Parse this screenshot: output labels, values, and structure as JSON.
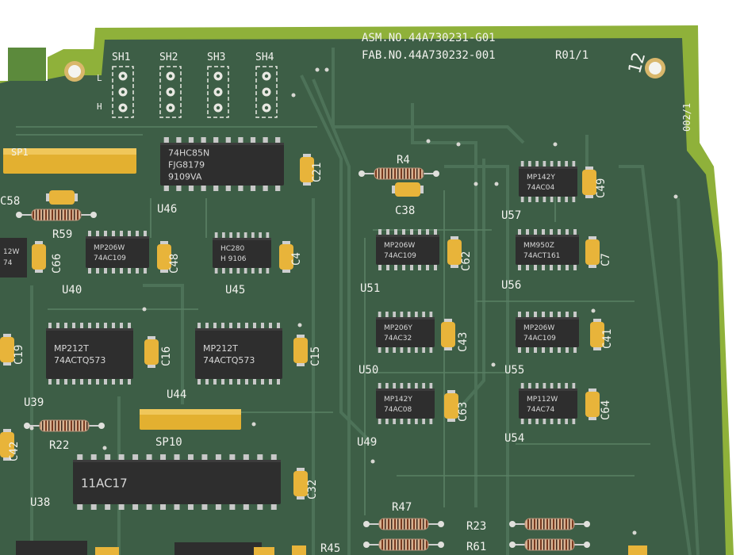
{
  "board": {
    "asm": "ASM.NO.44A730231-G01",
    "fab": "FAB.NO.44A730232-001",
    "rev": "R01/1",
    "side_code": "002/1",
    "corner_mark": "12"
  },
  "headers": [
    {
      "ref": "SH1"
    },
    {
      "ref": "SH2"
    },
    {
      "ref": "SH3"
    },
    {
      "ref": "SH4"
    }
  ],
  "header_marks": {
    "low": "L",
    "high": "H"
  },
  "chips": [
    {
      "ref": "U46",
      "line1": "74HC85N",
      "line2": "FJG8179",
      "line3": "9109VA"
    },
    {
      "ref": "U40",
      "line1": "MP206W",
      "line2": "74AC109"
    },
    {
      "ref": "U45",
      "line1": "HC280",
      "line2": "H 9106"
    },
    {
      "ref": "U39",
      "line1": "MP212T",
      "line2": "74ACTQ573"
    },
    {
      "ref": "U44",
      "line1": "MP212T",
      "line2": "74ACTQ573"
    },
    {
      "ref": "U38",
      "line1": "11AC17"
    },
    {
      "ref": "U51",
      "line1": "MP206W",
      "line2": "74AC109"
    },
    {
      "ref": "U50",
      "line1": "MP206Y",
      "line2": "74AC32"
    },
    {
      "ref": "U49",
      "line1": "MP142Y",
      "line2": "74AC08"
    },
    {
      "ref": "U57",
      "line1": "MP142Y",
      "line2": "74AC04"
    },
    {
      "ref": "U56",
      "line1": "MM950Z",
      "line2": "74ACT161"
    },
    {
      "ref": "U55",
      "line1": "MP206W",
      "line2": "74AC109"
    },
    {
      "ref": "U54",
      "line1": "MP112W",
      "line2": "74AC74"
    }
  ],
  "partial_chip": {
    "line1": "12W",
    "line2": "74"
  },
  "capacitors": [
    "C21",
    "C58",
    "C66",
    "C48",
    "C4",
    "C19",
    "C16",
    "C15",
    "C42",
    "C32",
    "C38",
    "C62",
    "C43",
    "C63",
    "C49",
    "C7",
    "C41",
    "C64"
  ],
  "resistors": [
    "R4",
    "R59",
    "R22",
    "R47",
    "R45",
    "R23",
    "R61"
  ],
  "networks": [
    "SP1",
    "SP10"
  ],
  "colors": {
    "pcb": "#3d5e46",
    "pcb_trace": "#4d7258",
    "board_edge": "#8fb13a",
    "silkscreen": "#f2f2ee",
    "chip_body": "#2e2e2e",
    "pin": "#c9c9c9",
    "capacitor": "#e8b43a",
    "resistor_network": "#e3b030"
  }
}
